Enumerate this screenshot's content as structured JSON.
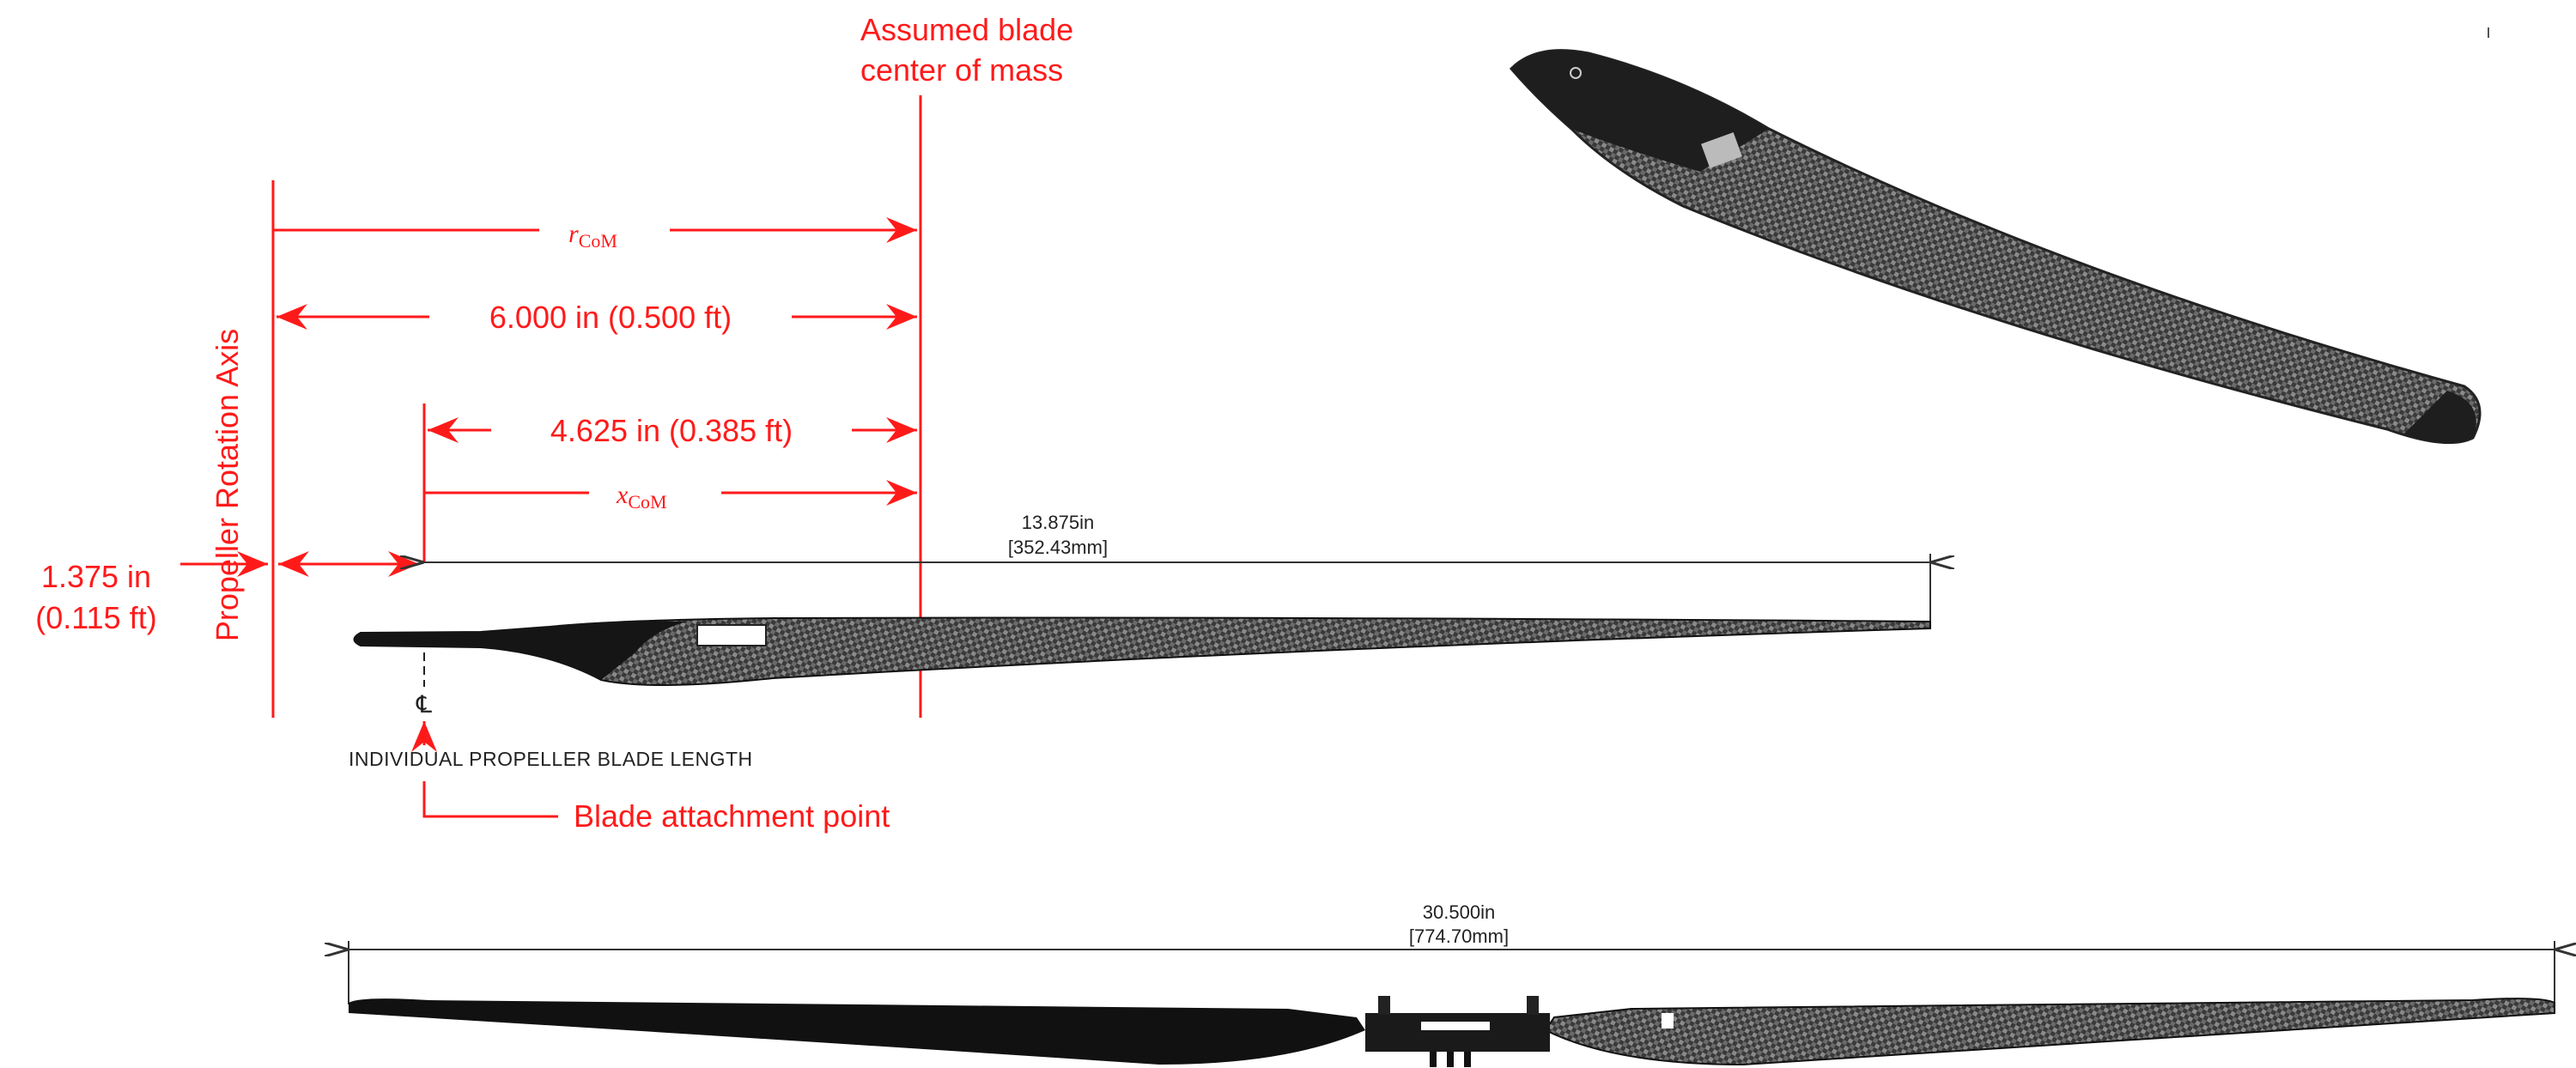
{
  "annotations": {
    "com_label_line1": "Assumed blade",
    "com_label_line2": "center of mass",
    "axis_label": "Propeller Rotation Axis",
    "r_com_symbol": "r",
    "r_com_subscript": "CoM",
    "dist_axis_to_com": "6.000 in (0.500 ft)",
    "dist_attach_to_com": "4.625 in (0.385 ft)",
    "x_com_symbol": "x",
    "x_com_subscript": "CoM",
    "offset_line1": "1.375 in",
    "offset_line2": "(0.115 ft)",
    "attachment_label": "Blade attachment point"
  },
  "drawing": {
    "blade_length_in": "13.875in",
    "blade_length_mm": "[352.43mm]",
    "centerline_symbol": "℄",
    "blade_length_caption": "INDIVIDUAL PROPELLER BLADE LENGTH",
    "total_length_in": "30.500in",
    "total_length_mm": "[774.70mm]"
  },
  "colors": {
    "annotation": "#ff1a1a",
    "drawing": "#333333",
    "blade": "#1a1a1a"
  }
}
